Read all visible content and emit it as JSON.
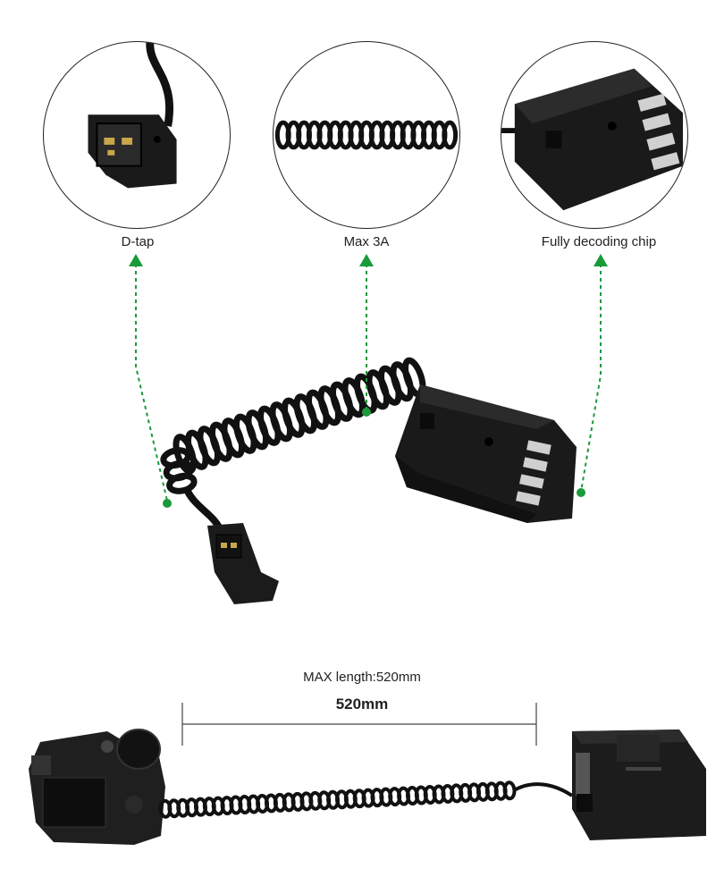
{
  "features": [
    {
      "label": "D-tap",
      "icon": "d-tap-connector-icon"
    },
    {
      "label": "Max 3A",
      "icon": "coiled-cable-icon"
    },
    {
      "label": "Fully decoding chip",
      "icon": "dummy-battery-icon"
    }
  ],
  "dimension": {
    "title": "MAX length:520mm",
    "value": "520mm"
  },
  "colors": {
    "accent": "#1a9a3a",
    "product": "#1c1c1c",
    "contact": "#c9c9c9"
  }
}
